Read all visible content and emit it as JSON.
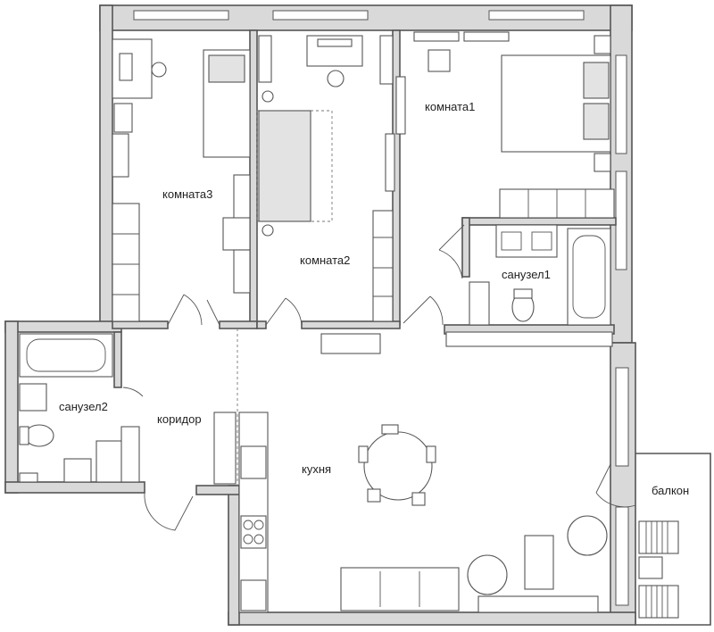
{
  "rooms": {
    "room1": "комната1",
    "room2": "комната2",
    "room3": "комната3",
    "bath1": "санузел1",
    "bath2": "санузел2",
    "corridor": "коридор",
    "kitchen": "кухня",
    "balcony": "балкон"
  },
  "colors": {
    "wall_fill": "#d9d9d9",
    "line": "#555555",
    "furniture_fill": "#e3e3e3",
    "background": "#ffffff"
  }
}
